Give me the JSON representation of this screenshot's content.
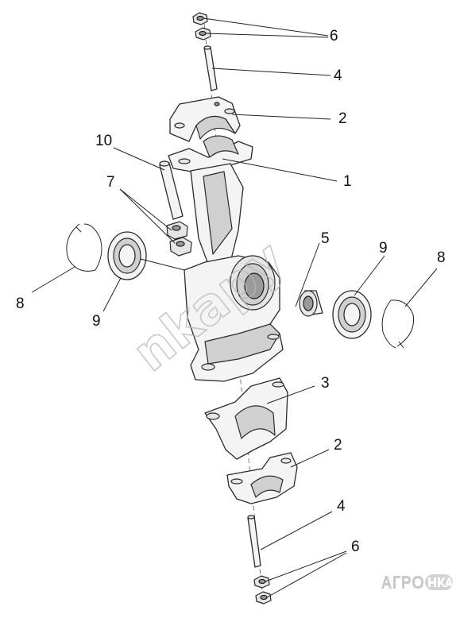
{
  "diagram": {
    "callouts": [
      {
        "id": "c6a",
        "text": "6"
      },
      {
        "id": "c4a",
        "text": "4"
      },
      {
        "id": "c2a",
        "text": "2"
      },
      {
        "id": "c1",
        "text": "1"
      },
      {
        "id": "c10",
        "text": "10"
      },
      {
        "id": "c7",
        "text": "7"
      },
      {
        "id": "c5",
        "text": "5"
      },
      {
        "id": "c9a",
        "text": "9"
      },
      {
        "id": "c8a",
        "text": "8"
      },
      {
        "id": "c8b",
        "text": "8"
      },
      {
        "id": "c9b",
        "text": "9"
      },
      {
        "id": "c3",
        "text": "3"
      },
      {
        "id": "c2b",
        "text": "2"
      },
      {
        "id": "c4b",
        "text": "4"
      },
      {
        "id": "c6b",
        "text": "6"
      }
    ],
    "watermark": "nkapy",
    "logo_text": "АГРОНКА"
  },
  "colors": {
    "line": "#222222",
    "part_fill": "#f4f4f4",
    "shade": "#d0d0d0",
    "watermark": "#b8b8b8"
  }
}
